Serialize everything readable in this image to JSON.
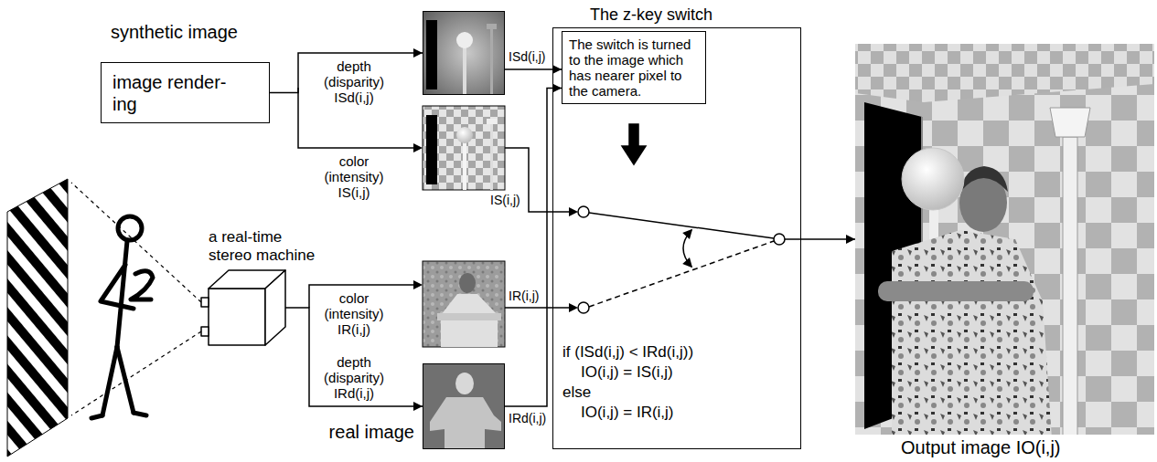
{
  "diagram": {
    "nodes": [
      {
        "text": [
          "image render- ing"
        ]
      },
      {
        "text": [
          "synthetic image"
        ]
      },
      {
        "text": [
          "a real-time stereo machine"
        ]
      },
      {
        "text": [
          "real image"
        ]
      },
      {
        "text": [
          "The z-key switch",
          "if (ISd(i,j) < IRd(i,j))",
          "IO(i,j) = IS(i,j)",
          "else",
          "IO(i,j) = IR(i,j)"
        ]
      },
      {
        "text": [
          "The switch is turned to the image which has nearer pixel to the camera."
        ],
        "in": 4
      },
      {
        "text": [
          "Output image IO(i,j)"
        ]
      }
    ],
    "edges": [
      {
        "from": 0,
        "to": 1,
        "arrow": "to",
        "label": "depth (disparity) ISd(i,j)"
      },
      {
        "from": 1,
        "to": 5,
        "arrow": "to",
        "label": "ISd(i,j)"
      },
      {
        "from": 2,
        "to": 3,
        "arrow": "to",
        "label": "depth (disparity) IRd(i,j)"
      },
      {
        "from": 3,
        "to": 5,
        "arrow": "to",
        "label": "IRd(i,j)"
      },
      {
        "from": 4,
        "to": 6,
        "arrow": "to"
      }
    ],
    "labels": [
      "color (intensity) IS(i,j)",
      "IS(i,j)",
      "color (intensity) IR(i,j)",
      "IR(i,j)"
    ]
  }
}
